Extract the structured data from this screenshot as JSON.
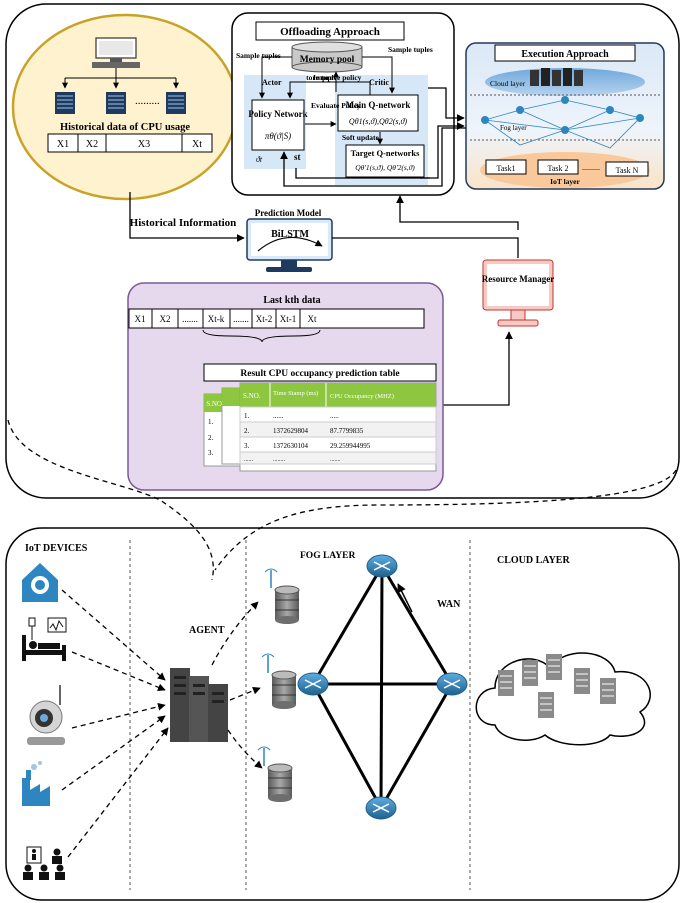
{
  "top": {
    "historical": {
      "title": "Historical data of CPU usage",
      "cells": [
        "X1",
        "X2",
        "X3",
        "..............",
        "Xt"
      ]
    },
    "offloading": {
      "title": "Offloading Approach",
      "memory_pool": "Memory pool",
      "sample_tuples_left": "Sample tuples",
      "sample_tuples_right": "Sample tuples",
      "store_tuples": "Store tuples",
      "actor": "Actor",
      "improve_policy": "Improve policy",
      "critic": "Critic",
      "policy_network": "Policy Network",
      "policy_formula": "πθ(ϑ|S)",
      "evaluate_policy": "Evaluate Policy",
      "main_q": "Main Q-network",
      "main_q_formula": "Qθ1(s,ϑ),Qθ2(s,ϑ)",
      "soft_update": "Soft update",
      "target_q": "Target Q-networks",
      "target_q_formula": "Qθ'1(s,ϑ), Qθ'2(s,ϑ)",
      "theta_label": "ϑt",
      "st_label": "st"
    },
    "execution": {
      "title": "Execution Approach",
      "cloud_layer": "Cloud layer",
      "fog_layer": "Fog layer",
      "iot_layer": "IoT layer",
      "tasks": [
        "Task1",
        "Task 2",
        "Task N"
      ]
    },
    "historical_info": "Historical Information",
    "prediction": {
      "title": "Prediction Model",
      "model": "BiLSTM"
    },
    "resource_manager": "Resource Manager",
    "lastk": {
      "title": "Last kth data",
      "cells": [
        "X1",
        "X2",
        ".......",
        "Xt-k",
        ".......",
        "Xt-2",
        "Xt-1",
        "Xt"
      ]
    },
    "result_table": {
      "title": "Result CPU occupancy prediction table",
      "headers": [
        "S.NO.",
        "Time Stamp (ms)",
        "CPU Occupancy (MHZ)"
      ],
      "rows": [
        [
          "1.",
          "......",
          "....."
        ],
        [
          "2.",
          "1372629804",
          "87.7799835"
        ],
        [
          "3.",
          "1372630104",
          "29.259944995"
        ],
        [
          "......",
          "........",
          "......."
        ]
      ],
      "back_header": "S.NO.",
      "back_rows": [
        "1.",
        "2.",
        "3."
      ]
    }
  },
  "bottom": {
    "iot_devices": "IoT DEVICES",
    "agent": "AGENT",
    "fog_layer": "FOG LAYER",
    "wan": "WAN",
    "cloud_layer": "CLOUD LAYER"
  },
  "colors": {
    "historical_fill": "#fff2cf",
    "historical_stroke": "#c9a227",
    "lastk_fill": "#e6d9ee",
    "lastk_stroke": "#7a5a96",
    "actor_critic_fill": "#d6e7f7",
    "resource_fill": "#f6c9c5",
    "table_header": "#8dc63f",
    "device_blue": "#2e86c1",
    "router_blue": "#2e86c1",
    "db_grey": "#8a8a8a"
  }
}
